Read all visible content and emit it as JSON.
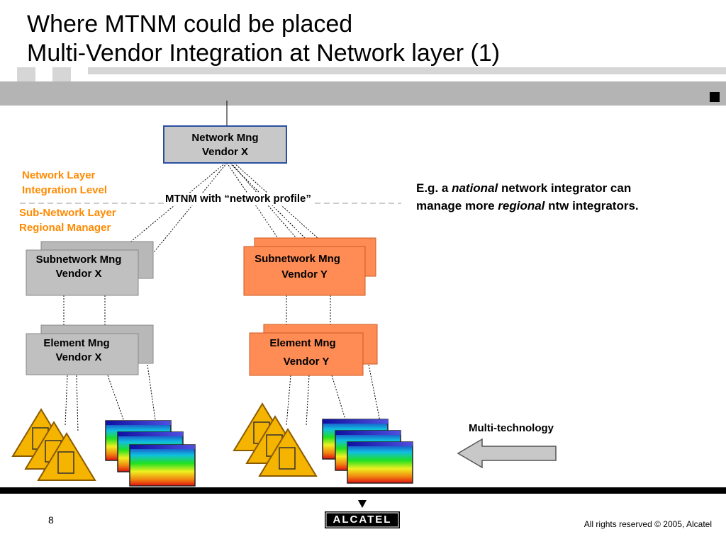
{
  "slide": {
    "title_line1": "Where MTNM could be placed",
    "title_line2": "Multi-Vendor Integration at Network layer (1)",
    "page_number": "8",
    "copyright": "All rights reserved © 2005, Alcatel",
    "logo_text": "ALCATEL"
  },
  "levels": {
    "network_layer_line1": "Network Layer",
    "network_layer_line2": "Integration Level",
    "subnetwork_layer_line1": "Sub-Network Layer",
    "subnetwork_layer_line2": "Regional Manager"
  },
  "boxes": {
    "network_mng_line1": "Network Mng",
    "network_mng_line2": "Vendor X",
    "subnet_x_line1": "Subnetwork Mng",
    "subnet_x_line2": "Vendor X",
    "subnet_y_line1": "Subnetwork Mng",
    "subnet_y_line2": "Vendor Y",
    "element_x_line1": "Element Mng",
    "element_x_line2": "Vendor X",
    "element_y_line1": "Element Mng",
    "element_y_line2": "Vendor Y"
  },
  "labels": {
    "mtnm": "MTNM with “network profile”",
    "eg_prefix": "E.g. a ",
    "eg_national": "national",
    "eg_mid": " network integrator can",
    "eg_line2_prefix": "manage more ",
    "eg_regional": "regional",
    "eg_line2_suffix": " ntw integrators.",
    "multi_technology": "Multi-technology"
  },
  "colors": {
    "orange_box": "#ff8c55",
    "gray_box": "#c0c0c0",
    "net_box": "#c8c8c8",
    "net_border": "#2a4fa0",
    "level_text": "#ff8a00",
    "triangle": "#f5b400"
  }
}
